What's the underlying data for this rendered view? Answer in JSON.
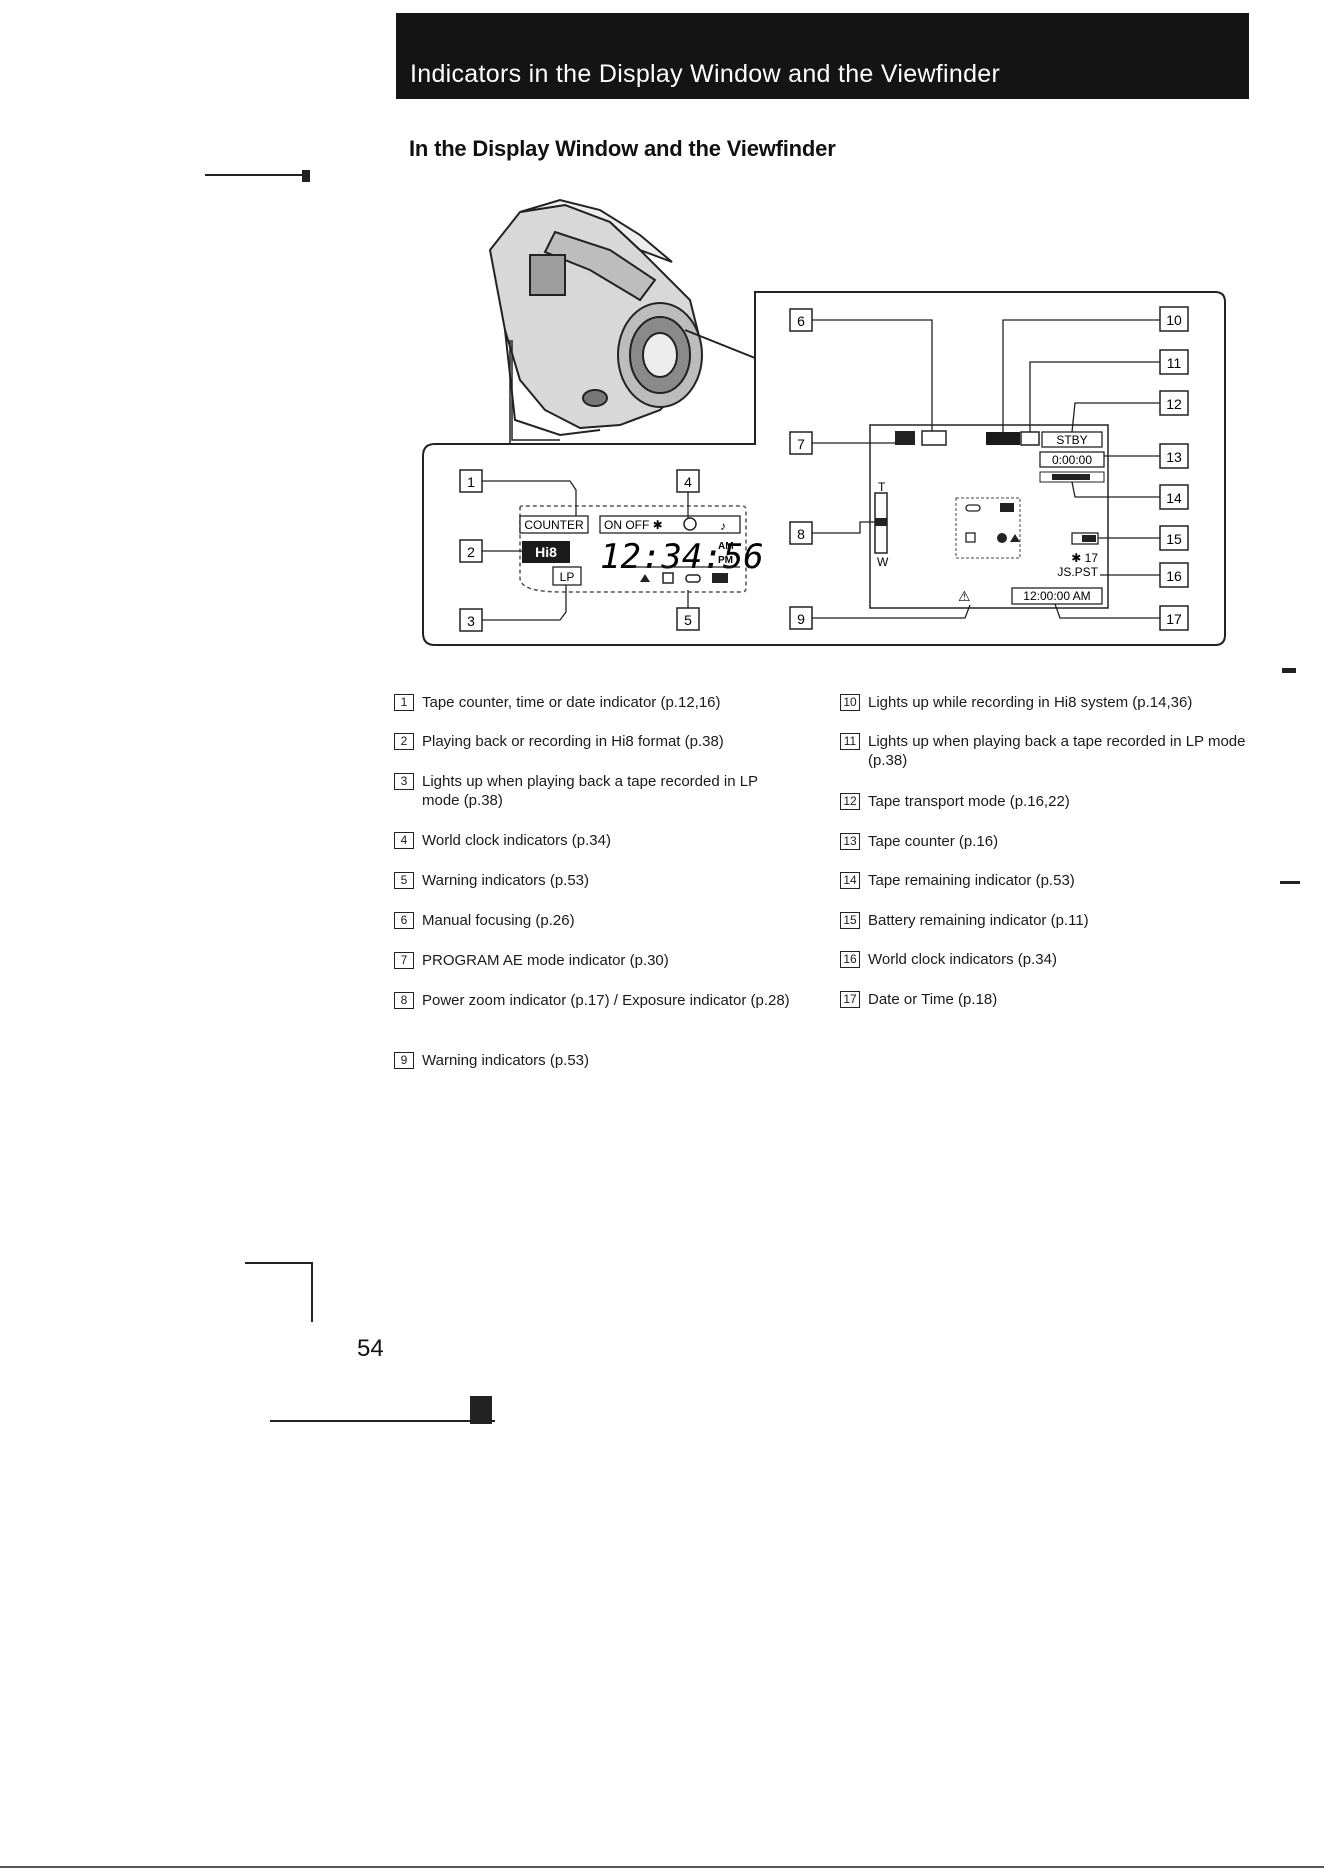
{
  "header": {
    "title": "Indicators in the Display Window and the Viewfinder"
  },
  "section_title": "In the Display Window and the Viewfinder",
  "figure": {
    "callouts": [
      "1",
      "2",
      "3",
      "4",
      "5",
      "6",
      "7",
      "8",
      "9",
      "10",
      "11",
      "12",
      "13",
      "14",
      "15",
      "16",
      "17"
    ],
    "display_window": {
      "counter_label": "COUNTER",
      "world_clock_label": "ON OFF ✱",
      "time_digits": "12:34:56",
      "am": "AM",
      "pm": "PM",
      "format": "Hi8",
      "lp": "LP"
    },
    "viewfinder": {
      "stby": "STBY",
      "counter": "0:00:00",
      "zoom_t": "T",
      "zoom_w": "W",
      "world_clock": "✱ 17",
      "city": "JS.PST",
      "clock_time": "12:00:00 AM"
    }
  },
  "legend_left": [
    {
      "num": "1",
      "text": "Tape counter, time or date indicator (p.12,16)"
    },
    {
      "num": "2",
      "text": "Playing back or recording in Hi8 format (p.38)"
    },
    {
      "num": "3",
      "text": "Lights up when playing back a tape recorded in LP mode (p.38)"
    },
    {
      "num": "4",
      "text": "World clock indicators (p.34)"
    },
    {
      "num": "5",
      "text": "Warning indicators (p.53)"
    },
    {
      "num": "6",
      "text": "Manual focusing (p.26)"
    },
    {
      "num": "7",
      "text": "PROGRAM AE mode indicator (p.30)"
    },
    {
      "num": "8",
      "text": "Power zoom indicator (p.17) / Exposure indicator (p.28)"
    },
    {
      "num": "9",
      "text": "Warning indicators (p.53)"
    }
  ],
  "legend_right": [
    {
      "num": "10",
      "text": "Lights up while recording in Hi8 system (p.14,36)"
    },
    {
      "num": "11",
      "text": "Lights up when playing back a tape recorded in LP mode (p.38)"
    },
    {
      "num": "12",
      "text": "Tape transport mode (p.16,22)"
    },
    {
      "num": "13",
      "text": "Tape counter (p.16)"
    },
    {
      "num": "14",
      "text": "Tape remaining indicator (p.53)"
    },
    {
      "num": "15",
      "text": "Battery remaining indicator (p.11)"
    },
    {
      "num": "16",
      "text": "World clock indicators (p.34)"
    },
    {
      "num": "17",
      "text": "Date or Time (p.18)"
    }
  ],
  "page_number": "54"
}
